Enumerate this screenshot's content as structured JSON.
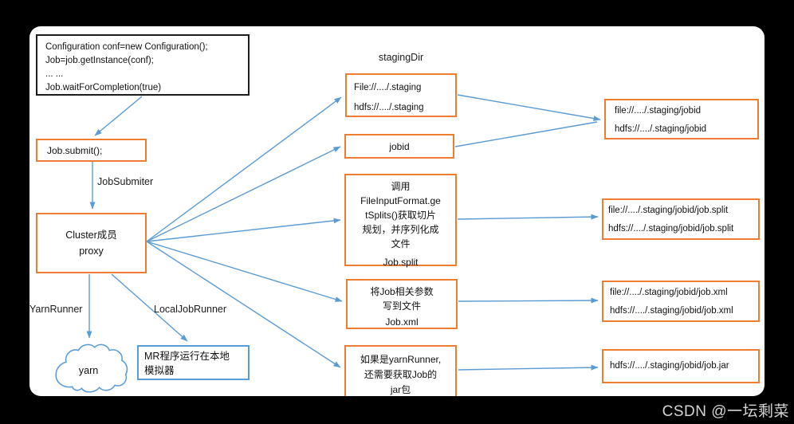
{
  "watermark": "CSDN @一坛剩菜",
  "colors": {
    "accent_orange": "#ED7D31",
    "accent_blue": "#5B9BD5",
    "code_border": "#1c1c1c"
  },
  "code_box": {
    "lines": [
      "Configuration conf=new Configuration();",
      "Job=job.getInstance(conf);",
      "... ...",
      "Job.waitForCompletion(true)"
    ]
  },
  "submit_box": {
    "label": "Job.submit();"
  },
  "cluster_box": {
    "line1": "Cluster成员",
    "line2": "proxy"
  },
  "labels": {
    "job_submiter": "JobSubmiter",
    "staging_dir": "stagingDir",
    "yarn_runner": "YarnRunner",
    "local_job_runner": "LocalJobRunner"
  },
  "cloud": {
    "label": "yarn"
  },
  "mr_box": {
    "lines": [
      "MR程序运行在本地",
      "模拟器"
    ]
  },
  "staging_box": {
    "lines": [
      "File://..../.staging",
      "hdfs://..../.staging"
    ]
  },
  "jobid_box": {
    "label": "jobid"
  },
  "split_box": {
    "lines": [
      "调用",
      "FileInputFormat.ge",
      "tSplits()获取切片",
      "规划，并序列化成",
      "文件"
    ],
    "file_label": "Job.split"
  },
  "xml_box": {
    "lines": [
      "将Job相关参数",
      "写到文件"
    ],
    "file_label": "Job.xml"
  },
  "jar_box": {
    "lines": [
      "如果是yarnRunner,",
      "还需要获取Job的",
      "jar包"
    ]
  },
  "right_boxes": {
    "jobid_paths": {
      "lines": [
        "file://..../.staging/jobid",
        "hdfs://..../.staging/jobid"
      ]
    },
    "split_paths": {
      "lines": [
        "file://..../.staging/jobid/job.split",
        "hdfs://..../.staging/jobid/job.split"
      ]
    },
    "xml_paths": {
      "lines": [
        "file://..../.staging/jobid/job.xml",
        "hdfs://..../.staging/jobid/job.xml"
      ]
    },
    "jar_paths": {
      "lines": [
        "hdfs://..../.staging/jobid/job.jar"
      ]
    }
  }
}
